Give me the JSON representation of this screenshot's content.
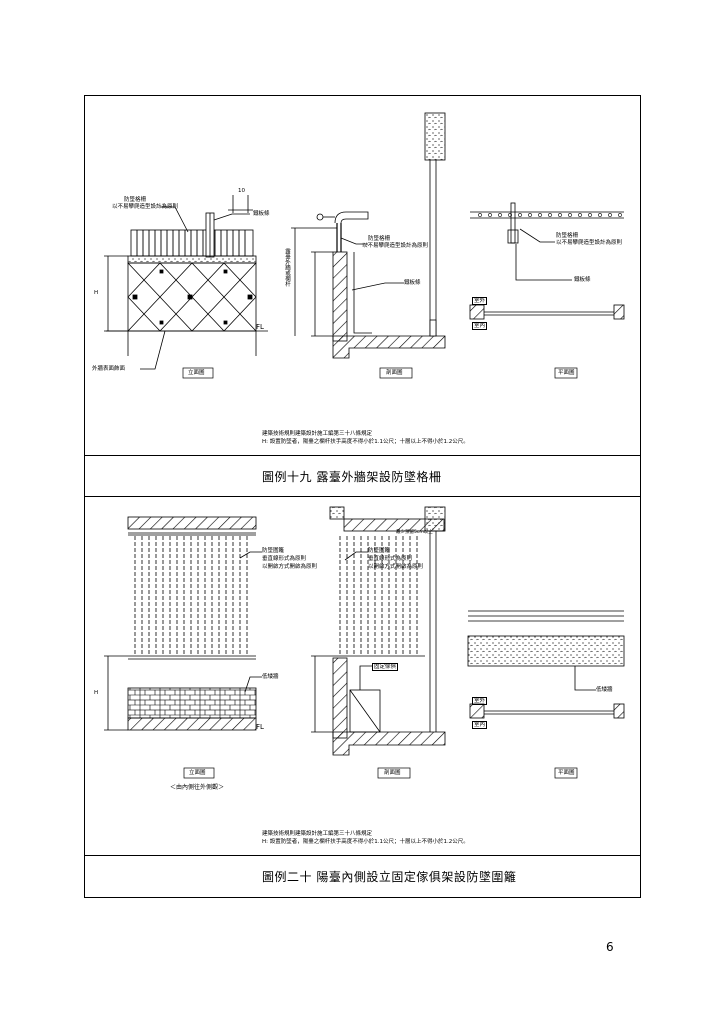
{
  "page_number": "6",
  "fig19": {
    "caption": "圖例十九  露臺外牆架設防墜格柵",
    "dim_10": "10",
    "labels": {
      "grille": "防墜格柵",
      "grille_note": "以不易攀爬造型設計為原則",
      "steel_plate": "鐵板條",
      "wall_finish": "外牆表面飾面",
      "grille_r": "防墜格柵",
      "grille_note_r": "以不易攀爬造型設計為原則",
      "steel_plate_r": "鐵板條",
      "grille_p": "防墜格柵",
      "grille_note_p": "以不易攀爬造型設計為原則",
      "steel_plate_p": "鐵板條",
      "side_vertical": "露臺外牆或欄杆",
      "outdoor": "室外",
      "indoor": "室內"
    },
    "views": {
      "elevation": "立面圖",
      "section": "剖面圖",
      "plan": "平面圖"
    },
    "fl": "FL",
    "h": "H",
    "note1": "建築技術規則建築設計施工編第三十八條規定",
    "note2": "H: 設置防墜者，陽臺之欄杆扶手高度不得小於1.1公尺；十層以上不得小於1.2公尺。"
  },
  "fig20": {
    "caption": "圖例二十  陽臺內側設立固定傢俱架設防墜圍籬",
    "labels": {
      "fence": "防墜圍籬",
      "fence_note1": "垂直線形式為原則",
      "fence_note2": "以開啟方式開啟為原則",
      "parapet": "低矮牆",
      "fence_r": "防墜圍籬",
      "fence_r_note1": "垂直線形式為原則",
      "fence_r_note2": "以開啟方式開啟為原則",
      "top_note": "最少預留5cm以上",
      "fixed": "固定傢俱",
      "parapet_p": "低矮牆",
      "outdoor": "室外",
      "indoor": "室內"
    },
    "views": {
      "elevation": "立面圖",
      "elevation_sub": "＜由內側往外側觀＞",
      "section": "剖面圖",
      "plan": "平面圖"
    },
    "fl": "FL",
    "h": "H",
    "note1": "建築技術規則建築設計施工編第三十八條規定",
    "note2": "H: 設置防墜者，陽臺之欄杆扶手高度不得小於1.1公尺；十層以上不得小於1.2公尺。"
  }
}
